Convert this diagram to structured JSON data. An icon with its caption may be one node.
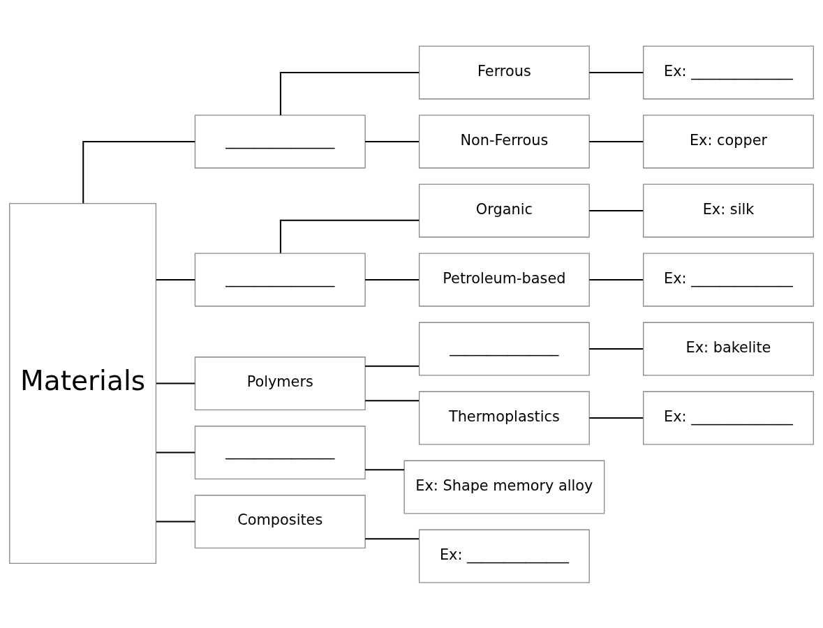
{
  "diagram": {
    "nodes": [
      {
        "text": [
          "Materials"
        ]
      },
      {
        "text": [
          "_______________"
        ]
      },
      {
        "text": [
          "Ferrous"
        ]
      },
      {
        "text": [
          "Ex: ______________"
        ]
      },
      {
        "text": [
          "Non-Ferrous"
        ]
      },
      {
        "text": [
          "Ex: copper"
        ]
      },
      {
        "text": [
          "_______________"
        ]
      },
      {
        "text": [
          "Organic"
        ]
      },
      {
        "text": [
          "Ex: silk"
        ]
      },
      {
        "text": [
          "Petroleum-based"
        ]
      },
      {
        "text": [
          "Ex: ______________"
        ]
      },
      {
        "text": [
          "Polymers"
        ]
      },
      {
        "text": [
          "_______________"
        ]
      },
      {
        "text": [
          "Ex: bakelite"
        ]
      },
      {
        "text": [
          "Thermoplastics"
        ]
      },
      {
        "text": [
          "Ex: ______________"
        ]
      },
      {
        "text": [
          "_______________"
        ]
      },
      {
        "text": [
          "Ex: Shape memory alloy"
        ]
      },
      {
        "text": [
          "Composites"
        ]
      },
      {
        "text": [
          "Ex: ______________"
        ]
      }
    ],
    "edges": [
      {
        "from": 0,
        "to": 1,
        "arrow": "none"
      },
      {
        "from": 0,
        "to": 6,
        "arrow": "none"
      },
      {
        "from": 0,
        "to": 11,
        "arrow": "none"
      },
      {
        "from": 0,
        "to": 16,
        "arrow": "none"
      },
      {
        "from": 0,
        "to": 18,
        "arrow": "none"
      },
      {
        "from": 1,
        "to": 2,
        "arrow": "none"
      },
      {
        "from": 1,
        "to": 4,
        "arrow": "none"
      },
      {
        "from": 2,
        "to": 3,
        "arrow": "none"
      },
      {
        "from": 4,
        "to": 5,
        "arrow": "none"
      },
      {
        "from": 6,
        "to": 7,
        "arrow": "none"
      },
      {
        "from": 6,
        "to": 9,
        "arrow": "none"
      },
      {
        "from": 7,
        "to": 8,
        "arrow": "none"
      },
      {
        "from": 9,
        "to": 10,
        "arrow": "none"
      },
      {
        "from": 11,
        "to": 12,
        "arrow": "none"
      },
      {
        "from": 11,
        "to": 14,
        "arrow": "none"
      },
      {
        "from": 12,
        "to": 13,
        "arrow": "none"
      },
      {
        "from": 14,
        "to": 15,
        "arrow": "none"
      },
      {
        "from": 16,
        "to": 17,
        "arrow": "none"
      },
      {
        "from": 18,
        "to": 19,
        "arrow": "none"
      }
    ]
  }
}
